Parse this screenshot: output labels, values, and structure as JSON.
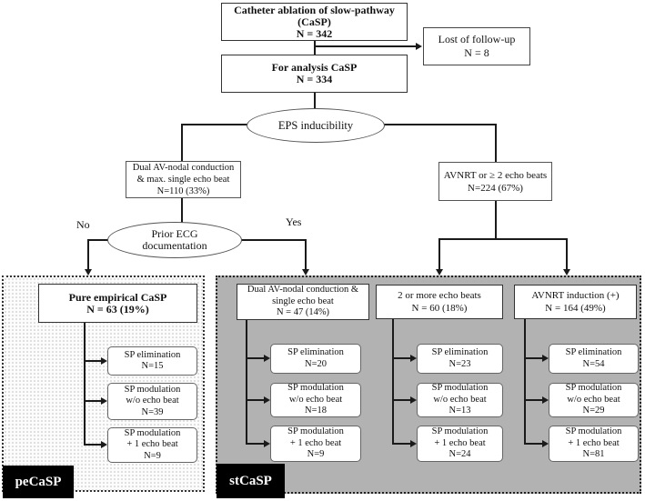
{
  "flowchart": {
    "top_box": [
      "Catheter ablation of slow-pathway",
      "(CaSP)",
      "N = 342"
    ],
    "lost_box": [
      "Lost of follow-up",
      "N = 8"
    ],
    "analysis_box": [
      "For analysis  CaSP",
      "N = 334"
    ],
    "eps_decision": "EPS inducibility",
    "dual_branch": [
      "Dual AV-nodal conduction",
      "& max. single echo beat",
      "N=110 (33%)"
    ],
    "avnrt_branch": [
      "AVNRT or ≥ 2 echo beats",
      "N=224 (67%)"
    ],
    "ecg_decision": [
      "Prior ECG",
      "documentation"
    ],
    "no_label": "No",
    "yes_label": "Yes",
    "pe_panel": {
      "label": "peCaSP",
      "header": [
        "Pure empirical  CaSP",
        "N = 63 (19%)"
      ],
      "outcomes": [
        [
          "SP elimination",
          "N=15"
        ],
        [
          "SP modulation",
          "w/o echo beat",
          "N=39"
        ],
        [
          "SP modulation",
          "+ 1 echo beat",
          "N=9"
        ]
      ]
    },
    "st_panel": {
      "label": "stCaSP",
      "columns": [
        {
          "header": [
            "Dual AV-nodal conduction &",
            "single echo beat",
            "N = 47 (14%)"
          ],
          "outcomes": [
            [
              "SP elimination",
              "N=20"
            ],
            [
              "SP modulation",
              "w/o echo beat",
              "N=18"
            ],
            [
              "SP modulation",
              "+ 1 echo beat",
              "N=9"
            ]
          ]
        },
        {
          "header": [
            "2 or more echo beats",
            "N = 60 (18%)"
          ],
          "outcomes": [
            [
              "SP elimination",
              "N=23"
            ],
            [
              "SP modulation",
              "w/o echo beat",
              "N=13"
            ],
            [
              "SP modulation",
              "+ 1 echo beat",
              "N=24"
            ]
          ]
        },
        {
          "header": [
            "AVNRT induction (+)",
            "N = 164 (49%)"
          ],
          "outcomes": [
            [
              "SP elimination",
              "N=54"
            ],
            [
              "SP modulation",
              "w/o echo beat",
              "N=29"
            ],
            [
              "SP modulation",
              "+ 1 echo beat",
              "N=81"
            ]
          ]
        }
      ]
    },
    "colors": {
      "panel_gray": "#b2b2b2",
      "line": "#1a1a1a",
      "label_bg": "#000000",
      "label_text": "#ffffff"
    }
  }
}
